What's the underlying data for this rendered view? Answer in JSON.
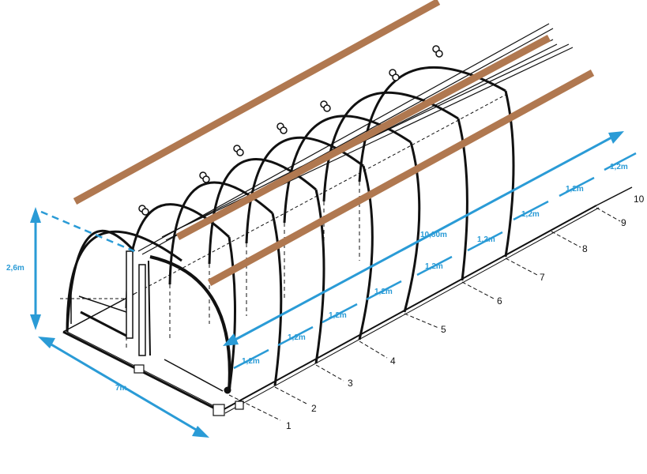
{
  "dimensions": {
    "height": "2,6m",
    "width": "7m",
    "length": "10,80m",
    "spacing": "1,2m"
  },
  "arch_numbers": [
    "1",
    "2",
    "3",
    "4",
    "5",
    "6",
    "7",
    "8",
    "9",
    "10"
  ],
  "colors": {
    "dimension": "#2a9bd6",
    "purlin": "#b07850",
    "frame": "#111111"
  }
}
